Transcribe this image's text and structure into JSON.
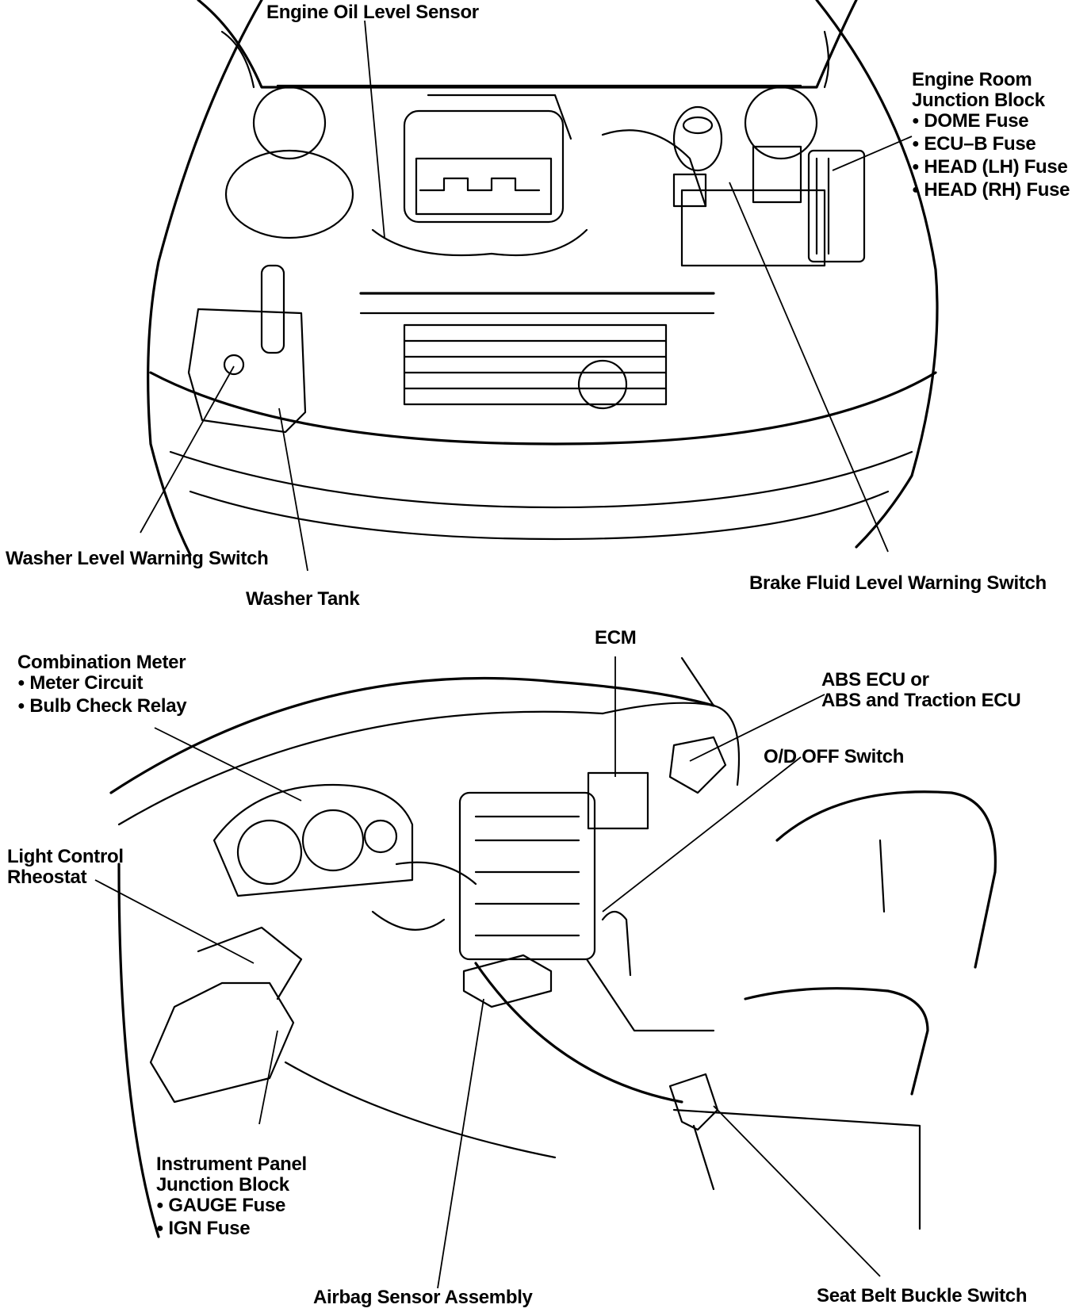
{
  "engine_bay": {
    "labels": {
      "oil_sensor": "Engine Oil Level Sensor",
      "jb_title_1": "Engine Room",
      "jb_title_2": "Junction Block",
      "jb_fuses": [
        "DOME Fuse",
        "ECU–B Fuse",
        "HEAD (LH) Fuse",
        "HEAD (RH) Fuse"
      ],
      "washer_switch": "Washer Level Warning Switch",
      "washer_tank": "Washer Tank",
      "brake_switch": "Brake Fluid Level Warning Switch"
    }
  },
  "interior": {
    "labels": {
      "ecm": "ECM",
      "abs_1": "ABS ECU or",
      "abs_2": "ABS and Traction ECU",
      "od_switch": "O/D OFF Switch",
      "combo_title": "Combination Meter",
      "combo_items": [
        "Meter Circuit",
        "Bulb Check Relay"
      ],
      "light_1": "Light Control",
      "light_2": "Rheostat",
      "ip_jb_1": "Instrument Panel",
      "ip_jb_2": "Junction Block",
      "ip_jb_fuses": [
        "GAUGE Fuse",
        "IGN Fuse"
      ],
      "airbag": "Airbag Sensor Assembly",
      "seatbelt": "Seat Belt Buckle Switch"
    }
  }
}
